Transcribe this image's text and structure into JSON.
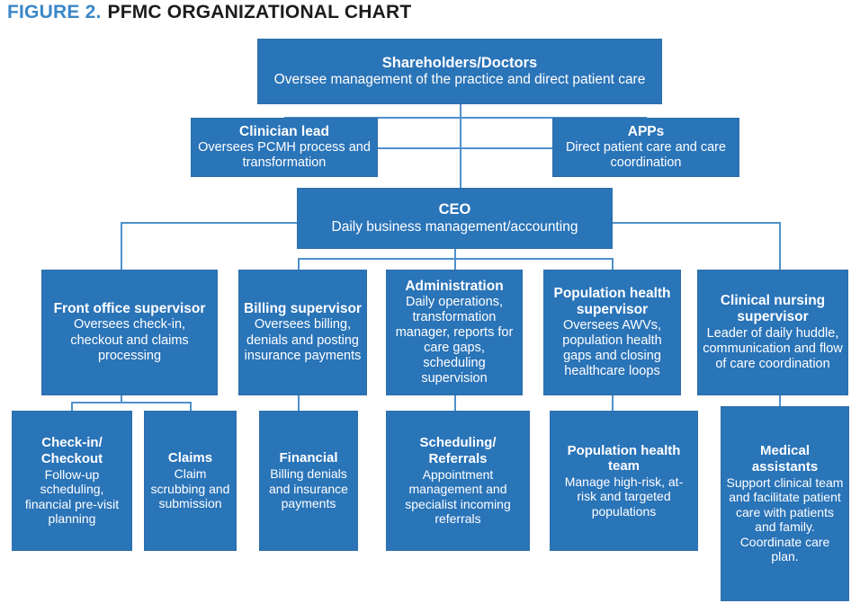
{
  "title": {
    "figure_label": "Figure 2.",
    "main": "PFMC organizational chart"
  },
  "colors": {
    "box_fill": "#2a74b8",
    "box_border": "#2f6ea8",
    "connector": "#4f90cd",
    "title_accent": "#3a87c8",
    "title_text": "#1c1c1c",
    "box_text": "#ffffff",
    "page_background": "#ffffff"
  },
  "chart_data": {
    "type": "diagram",
    "subtype": "organizational-chart",
    "title": "PFMC organizational chart",
    "levels": 5,
    "nodes": [
      {
        "id": "shareholders",
        "level": 1,
        "title": "Shareholders/Doctors",
        "description": "Oversee management of the practice and direct patient care",
        "parent": null
      },
      {
        "id": "clinician-lead",
        "level": 2,
        "title": "Clinician lead",
        "description": "Oversees PCMH process and transformation",
        "parent": "shareholders"
      },
      {
        "id": "apps",
        "level": 2,
        "title": "APPs",
        "description": "Direct patient care and care coordination",
        "parent": "shareholders"
      },
      {
        "id": "ceo",
        "level": 3,
        "title": "CEO",
        "description": "Daily business management/accounting",
        "parent": "shareholders"
      },
      {
        "id": "front-office-supervisor",
        "level": 4,
        "title": "Front office supervisor",
        "description": "Oversees check-in, checkout and claims processing",
        "parent": "ceo"
      },
      {
        "id": "billing-supervisor",
        "level": 4,
        "title": "Billing supervisor",
        "description": "Oversees billing, denials and posting insurance payments",
        "parent": "ceo"
      },
      {
        "id": "administration",
        "level": 4,
        "title": "Administration",
        "description": "Daily operations, transformation manager, reports for care gaps, scheduling supervision",
        "parent": "ceo"
      },
      {
        "id": "population-health-supervisor",
        "level": 4,
        "title": "Population health supervisor",
        "description": "Oversees AWVs, population health gaps and closing healthcare loops",
        "parent": "ceo"
      },
      {
        "id": "clinical-nursing-supervisor",
        "level": 4,
        "title": "Clinical nursing supervisor",
        "description": "Leader of daily huddle, communication and flow of care coordination",
        "parent": "ceo"
      },
      {
        "id": "check-in-checkout",
        "level": 5,
        "title": "Check-in/ Checkout",
        "description": "Follow-up scheduling, financial pre-visit planning",
        "parent": "front-office-supervisor"
      },
      {
        "id": "claims",
        "level": 5,
        "title": "Claims",
        "description": "Claim scrubbing and submission",
        "parent": "front-office-supervisor"
      },
      {
        "id": "financial",
        "level": 5,
        "title": "Financial",
        "description": "Billing denials and insurance payments",
        "parent": "billing-supervisor"
      },
      {
        "id": "scheduling-referrals",
        "level": 5,
        "title": "Scheduling/ Referrals",
        "description": "Appointment management and specialist incoming referrals",
        "parent": "administration"
      },
      {
        "id": "population-health-team",
        "level": 5,
        "title": "Population health team",
        "description": "Manage high-risk, at-risk and targeted populations",
        "parent": "population-health-supervisor"
      },
      {
        "id": "medical-assistants",
        "level": 5,
        "title": "Medical assistants",
        "description": "Support clinical team and facilitate patient care with patients and family. Coordinate care plan.",
        "parent": "clinical-nursing-supervisor"
      }
    ]
  },
  "nodes": {
    "shareholders": {
      "title": "Shareholders/Doctors",
      "description": "Oversee management of the practice and direct patient care"
    },
    "clinician_lead": {
      "title": "Clinician lead",
      "description": "Oversees PCMH process and transformation"
    },
    "apps": {
      "title": "APPs",
      "description": "Direct patient care and care coordination"
    },
    "ceo": {
      "title": "CEO",
      "description": "Daily business management/accounting"
    },
    "front_office_supervisor": {
      "title": "Front office supervisor",
      "description": "Oversees check-in, checkout and claims processing"
    },
    "billing_supervisor": {
      "title": "Billing supervisor",
      "description": "Oversees billing, denials and posting insurance payments"
    },
    "administration": {
      "title": "Administration",
      "description": "Daily operations, transformation manager, reports for care gaps, scheduling supervision"
    },
    "population_health_supervisor": {
      "title": "Population health supervisor",
      "description": "Oversees AWVs, population health gaps and closing healthcare loops"
    },
    "clinical_nursing_supervisor": {
      "title": "Clinical nursing supervisor",
      "description": "Leader of daily huddle, communication and flow of care coordination"
    },
    "check_in_checkout": {
      "title": "Check-in/ Checkout",
      "description": "Follow-up scheduling, financial pre-visit planning"
    },
    "claims": {
      "title": "Claims",
      "description": "Claim scrubbing and submission"
    },
    "financial": {
      "title": "Financial",
      "description": "Billing denials and insurance payments"
    },
    "scheduling_referrals": {
      "title": "Scheduling/ Referrals",
      "description": "Appointment management and specialist incoming referrals"
    },
    "population_health_team": {
      "title": "Population health team",
      "description": "Manage high-risk, at-risk and targeted populations"
    },
    "medical_assistants": {
      "title": "Medical assistants",
      "description": "Support clinical team and facilitate patient care with patients and family. Coordinate care plan."
    }
  }
}
